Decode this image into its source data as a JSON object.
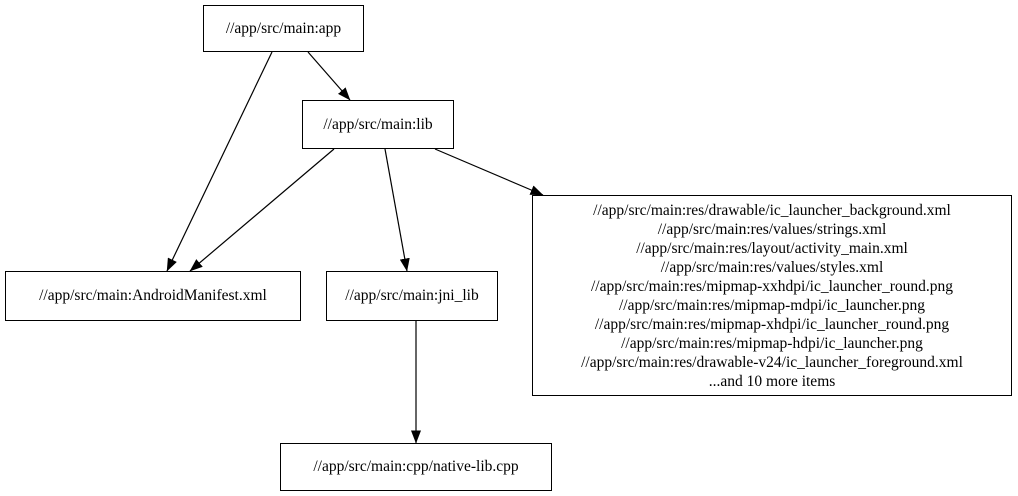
{
  "diagram": {
    "type": "dependency-graph",
    "background_color": "#ffffff",
    "node_border_color": "#000000",
    "text_color": "#000000",
    "edge_color": "#000000",
    "nodes": {
      "app": {
        "label": "//app/src/main:app"
      },
      "lib": {
        "label": "//app/src/main:lib"
      },
      "manifest": {
        "label": "//app/src/main:AndroidManifest.xml"
      },
      "jni_lib": {
        "label": "//app/src/main:jni_lib"
      },
      "res_group": {
        "lines": [
          "//app/src/main:res/drawable/ic_launcher_background.xml",
          "//app/src/main:res/values/strings.xml",
          "//app/src/main:res/layout/activity_main.xml",
          "//app/src/main:res/values/styles.xml",
          "//app/src/main:res/mipmap-xxhdpi/ic_launcher_round.png",
          "//app/src/main:res/mipmap-mdpi/ic_launcher.png",
          "//app/src/main:res/mipmap-xhdpi/ic_launcher_round.png",
          "//app/src/main:res/mipmap-hdpi/ic_launcher.png",
          "//app/src/main:res/drawable-v24/ic_launcher_foreground.xml",
          "...and 10 more items"
        ]
      },
      "native_lib": {
        "label": "//app/src/main:cpp/native-lib.cpp"
      }
    },
    "edges": [
      {
        "from": "app",
        "to": "lib"
      },
      {
        "from": "app",
        "to": "manifest"
      },
      {
        "from": "lib",
        "to": "manifest"
      },
      {
        "from": "lib",
        "to": "jni_lib"
      },
      {
        "from": "lib",
        "to": "res_group"
      },
      {
        "from": "jni_lib",
        "to": "native_lib"
      }
    ]
  }
}
